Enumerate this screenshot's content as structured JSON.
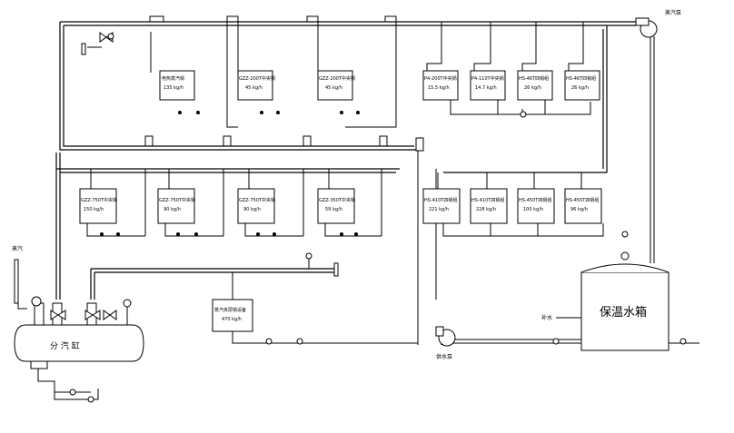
{
  "units_top": [
    {
      "name": "电热蒸汽锅",
      "load": "135 kg/h"
    },
    {
      "name": "GZZ-200T中央锅",
      "load": "45 kg/h"
    },
    {
      "name": "GZZ-200T中央锅",
      "load": "45 kg/h"
    },
    {
      "name": "P4-200T中央锅",
      "load": "15.5 kg/h"
    },
    {
      "name": "P4-110T中央锅",
      "load": "14.7 kg/h"
    },
    {
      "name": "HS-46T四锅组",
      "load": "26 kg/h"
    },
    {
      "name": "HS-46T四锅组",
      "load": "26 kg/h"
    }
  ],
  "units_mid": [
    {
      "name": "GZZ-750T中央锅",
      "load": "150 kg/h"
    },
    {
      "name": "GZZ-750T中央锅",
      "load": "90 kg/h"
    },
    {
      "name": "GZZ-750T中央锅",
      "load": "90 kg/h"
    },
    {
      "name": "GZZ-350T中央锅",
      "load": "59 kg/h"
    },
    {
      "name": "HS-410T四锅组",
      "load": "221 kg/h"
    },
    {
      "name": "HS-410T四锅组",
      "load": "228 kg/h"
    },
    {
      "name": "HS-450T四锅组",
      "load": "100 kg/h"
    },
    {
      "name": "HS-455T四锅组",
      "load": "96 kg/h"
    }
  ],
  "unit_bottom": {
    "name": "蒸汽夹层锅设备",
    "load": "470 kg/h"
  },
  "labels": {
    "header": "分 汽 缸",
    "tank": "保温水箱",
    "steam_pump": "蒸汽泵",
    "feed_pump": "供水泵",
    "water_in": "补水",
    "steam_in": "蒸汽"
  }
}
